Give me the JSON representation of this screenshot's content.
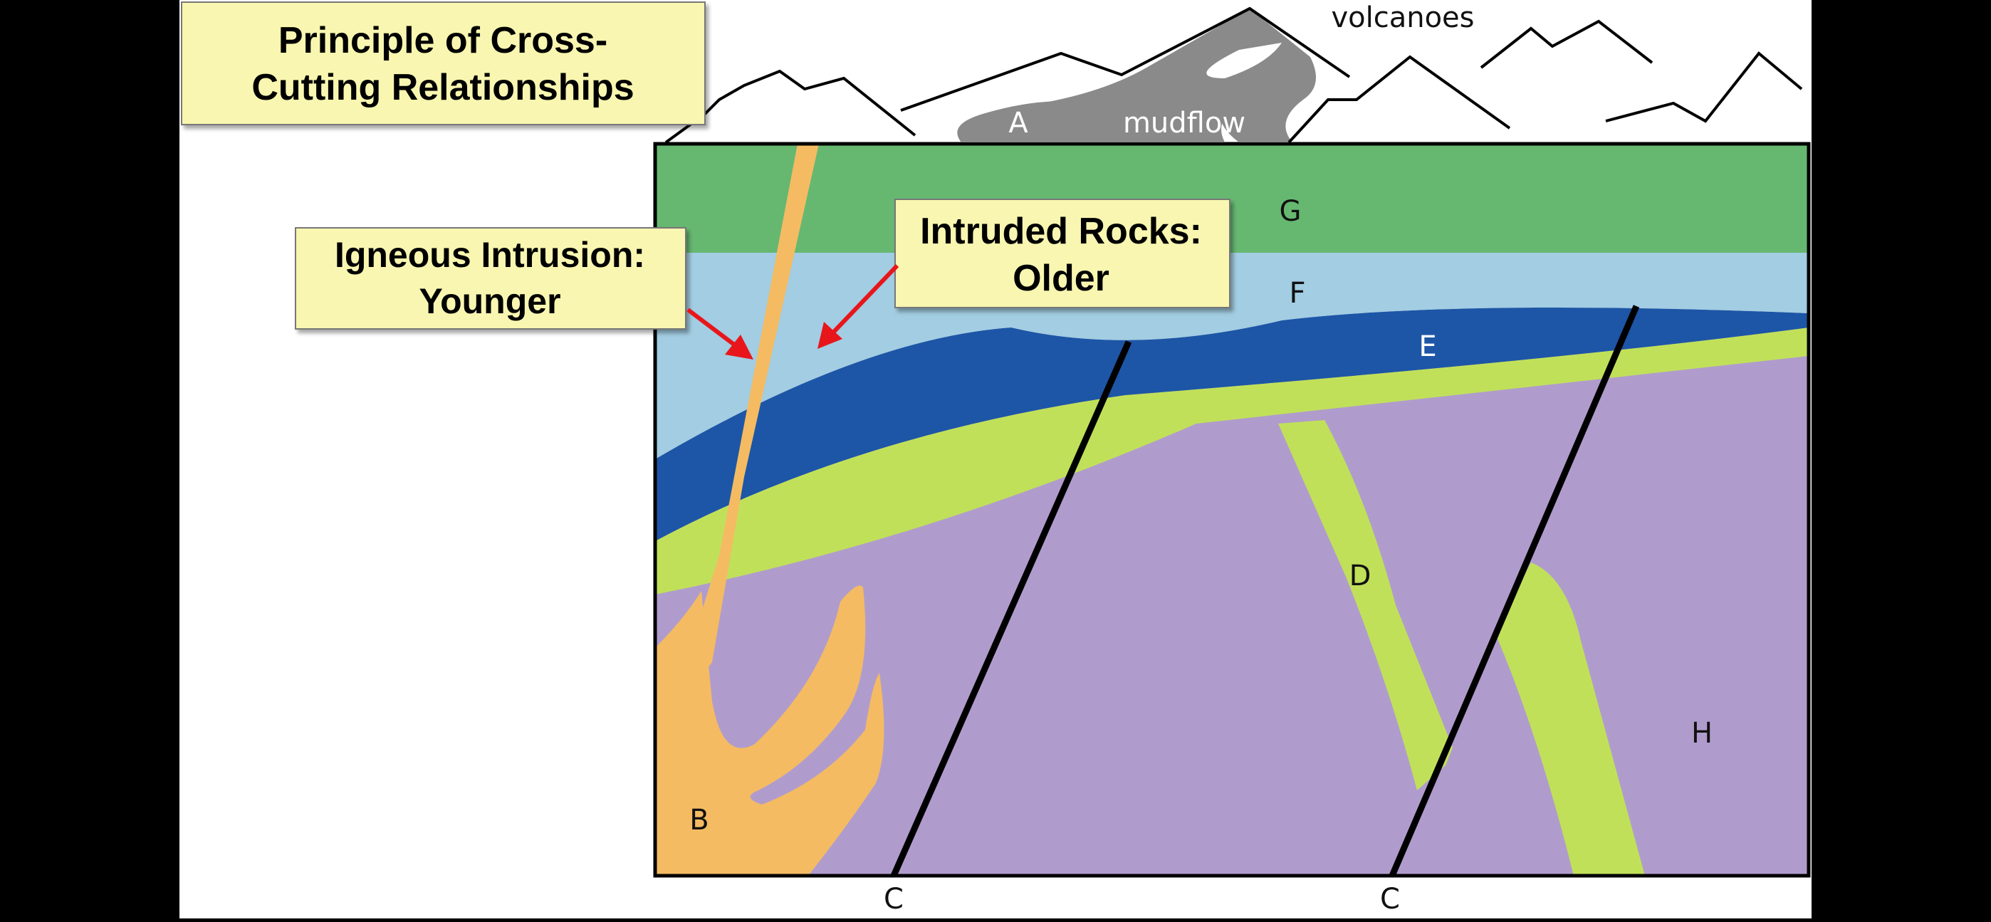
{
  "slide": {
    "title_line1": "Principle of Cross-",
    "title_line2": "Cutting Relationships"
  },
  "callouts": {
    "igneous_line1": "Igneous Intrusion:",
    "igneous_line2": "Younger",
    "intruded_line1": "Intruded Rocks:",
    "intruded_line2": "Older"
  },
  "labels": {
    "volcanoes": "volcanoes",
    "mudflow": "mudflow",
    "A": "A",
    "B": "B",
    "C_left": "C",
    "C_right": "C",
    "D": "D",
    "E": "E",
    "F": "F",
    "G": "G",
    "H": "H"
  },
  "colors": {
    "background_slide": "#ffffff",
    "letterbox": "#000000",
    "callout_fill": "#f8f6b0",
    "layer_G_green": "#66b871",
    "layer_F_light_blue": "#a2cde2",
    "layer_E_dark_blue": "#1d56a6",
    "sill_dike_lime": "#c1e05a",
    "basement_H_purple": "#b09ccc",
    "intrusion_B_orange": "#f4bb63",
    "volcano_gray": "#8a8a8a",
    "arrow_red": "#e8161b",
    "fault_black": "#000000"
  }
}
